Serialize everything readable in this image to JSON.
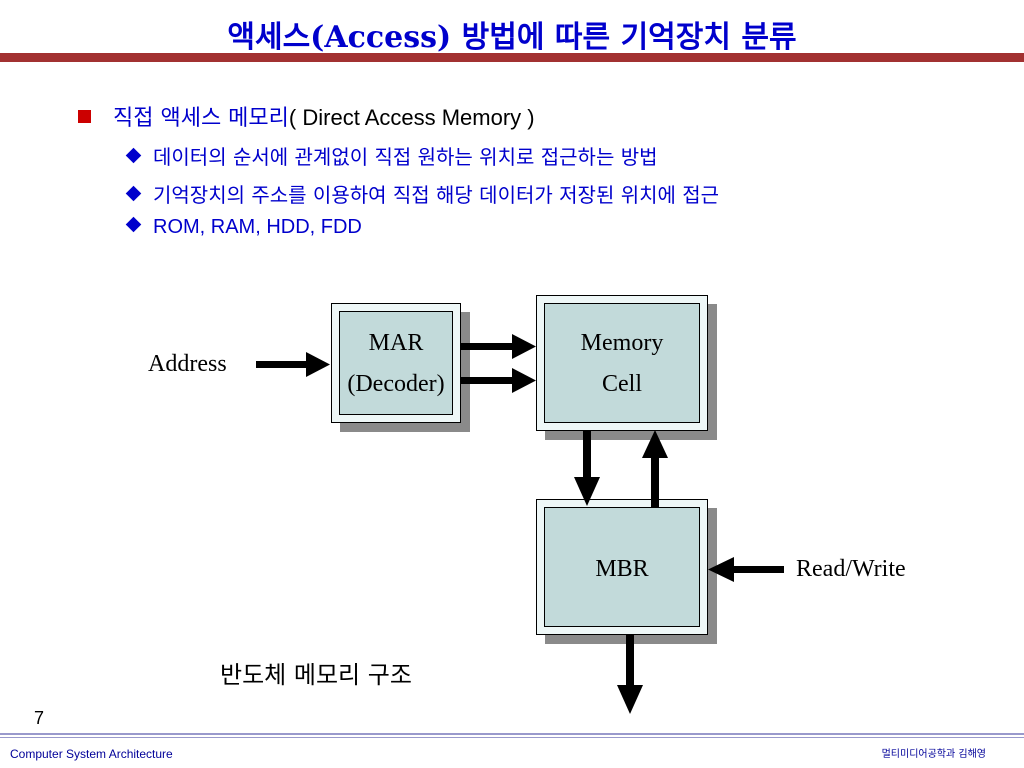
{
  "slide": {
    "title": "액세스(Access) 방법에 따른 기억장치 분류",
    "heading_ko": "직접 액세스 메모리",
    "heading_en": "( Direct Access Memory )",
    "points": [
      "데이터의 순서에 관계없이 직접 원하는 위치로 접근하는 방법",
      "기억장치의 주소를 이용하여 직접 해당 데이터가 저장된 위치에 접근",
      "ROM, RAM, HDD, FDD"
    ]
  },
  "diagram": {
    "mar_line1": "MAR",
    "mar_line2": "(Decoder)",
    "memory_line1": "Memory",
    "memory_line2": "Cell",
    "mbr": "MBR",
    "address": "Address",
    "read_write": "Read/Write",
    "caption": "반도체 메모리 구조"
  },
  "footer": {
    "page_number": "7",
    "course": "Computer System Architecture",
    "author": "멀티미디어공학과 김해영"
  },
  "colors": {
    "title": "#0000cc",
    "title_rule": "#a23131",
    "bullet_square": "#cc0000",
    "box_fill": "#c2dada"
  }
}
